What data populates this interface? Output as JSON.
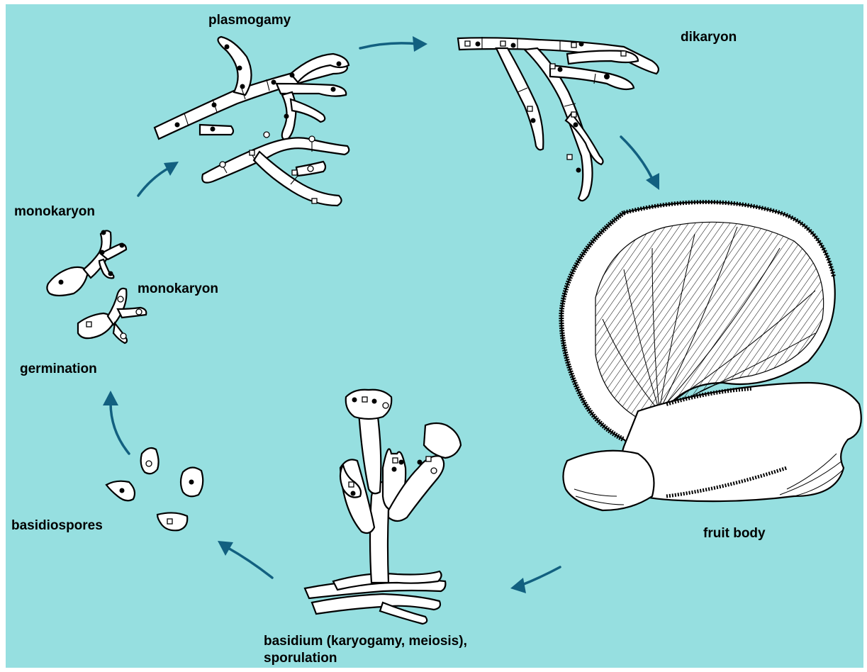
{
  "labels": {
    "plasmogamy": "plasmogamy",
    "dikaryon": "dikaryon",
    "monokaryon_1": "monokaryon",
    "monokaryon_2": "monokaryon",
    "germination": "germination",
    "basidiospores": "basidiospores",
    "fruit_body": "fruit body",
    "basidium_line1": "basidium (karyogamy, meiosis),",
    "basidium_line2": "sporulation"
  },
  "colors": {
    "background": "#96dfe0",
    "arrow": "#126080",
    "outline": "#000000",
    "cell_fill": "#ffffff"
  },
  "icons": {
    "cycle_arrows": "curved-arrow",
    "nucleus_filled": "filled-dot",
    "nucleus_open": "open-square"
  }
}
